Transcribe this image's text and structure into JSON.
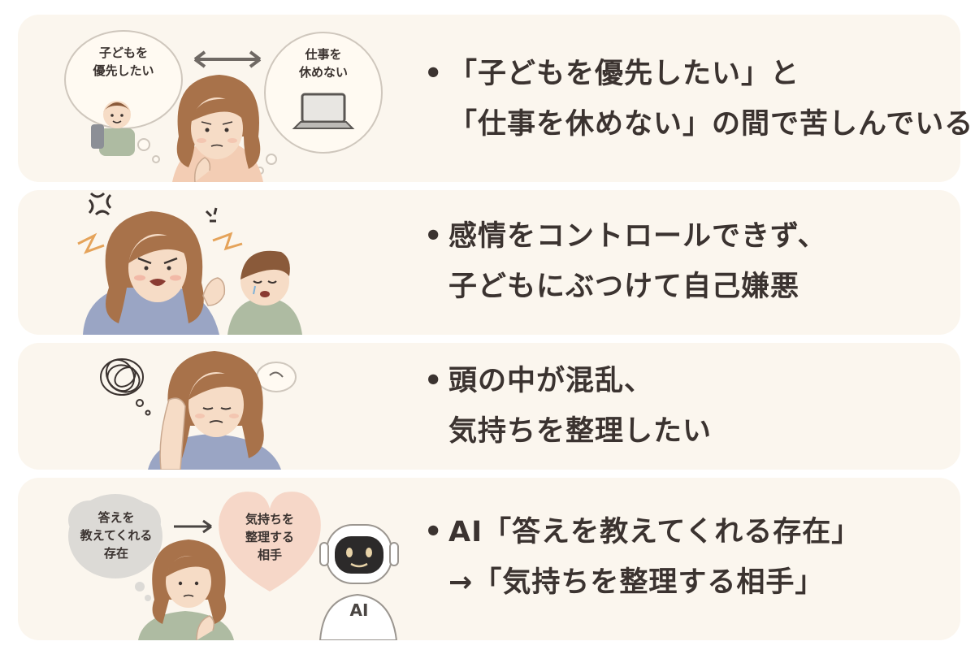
{
  "panels": [
    {
      "bubble_left": [
        "子どもを",
        "優先したい"
      ],
      "bubble_right": [
        "仕事を",
        "休めない"
      ],
      "lines": [
        "「子どもを優先したい」と",
        "「仕事を休めない」の間で苦しんでいる"
      ]
    },
    {
      "lines": [
        "感情をコントロールできず、",
        "子どもにぶつけて自己嫌悪"
      ]
    },
    {
      "lines": [
        "頭の中が混乱、",
        "気持ちを整理したい"
      ]
    },
    {
      "bubble_left": [
        "答えを",
        "教えてくれる",
        "存在"
      ],
      "bubble_heart": [
        "気持ちを",
        "整理する",
        "相手"
      ],
      "robot_label": "AI",
      "lines": [
        "AI「答えを教えてくれる存在」",
        "→「気持ちを整理する相手」"
      ]
    }
  ],
  "colors": {
    "card": "#fbf6ee",
    "text": "#3b3330",
    "hair": "#a8724a",
    "skin": "#f6dcc6",
    "sweater_blue": "#9aa5c4",
    "sweater_green": "#aebba2",
    "heart": "#f6d7c8",
    "gray_cloud": "#dcdad6"
  }
}
